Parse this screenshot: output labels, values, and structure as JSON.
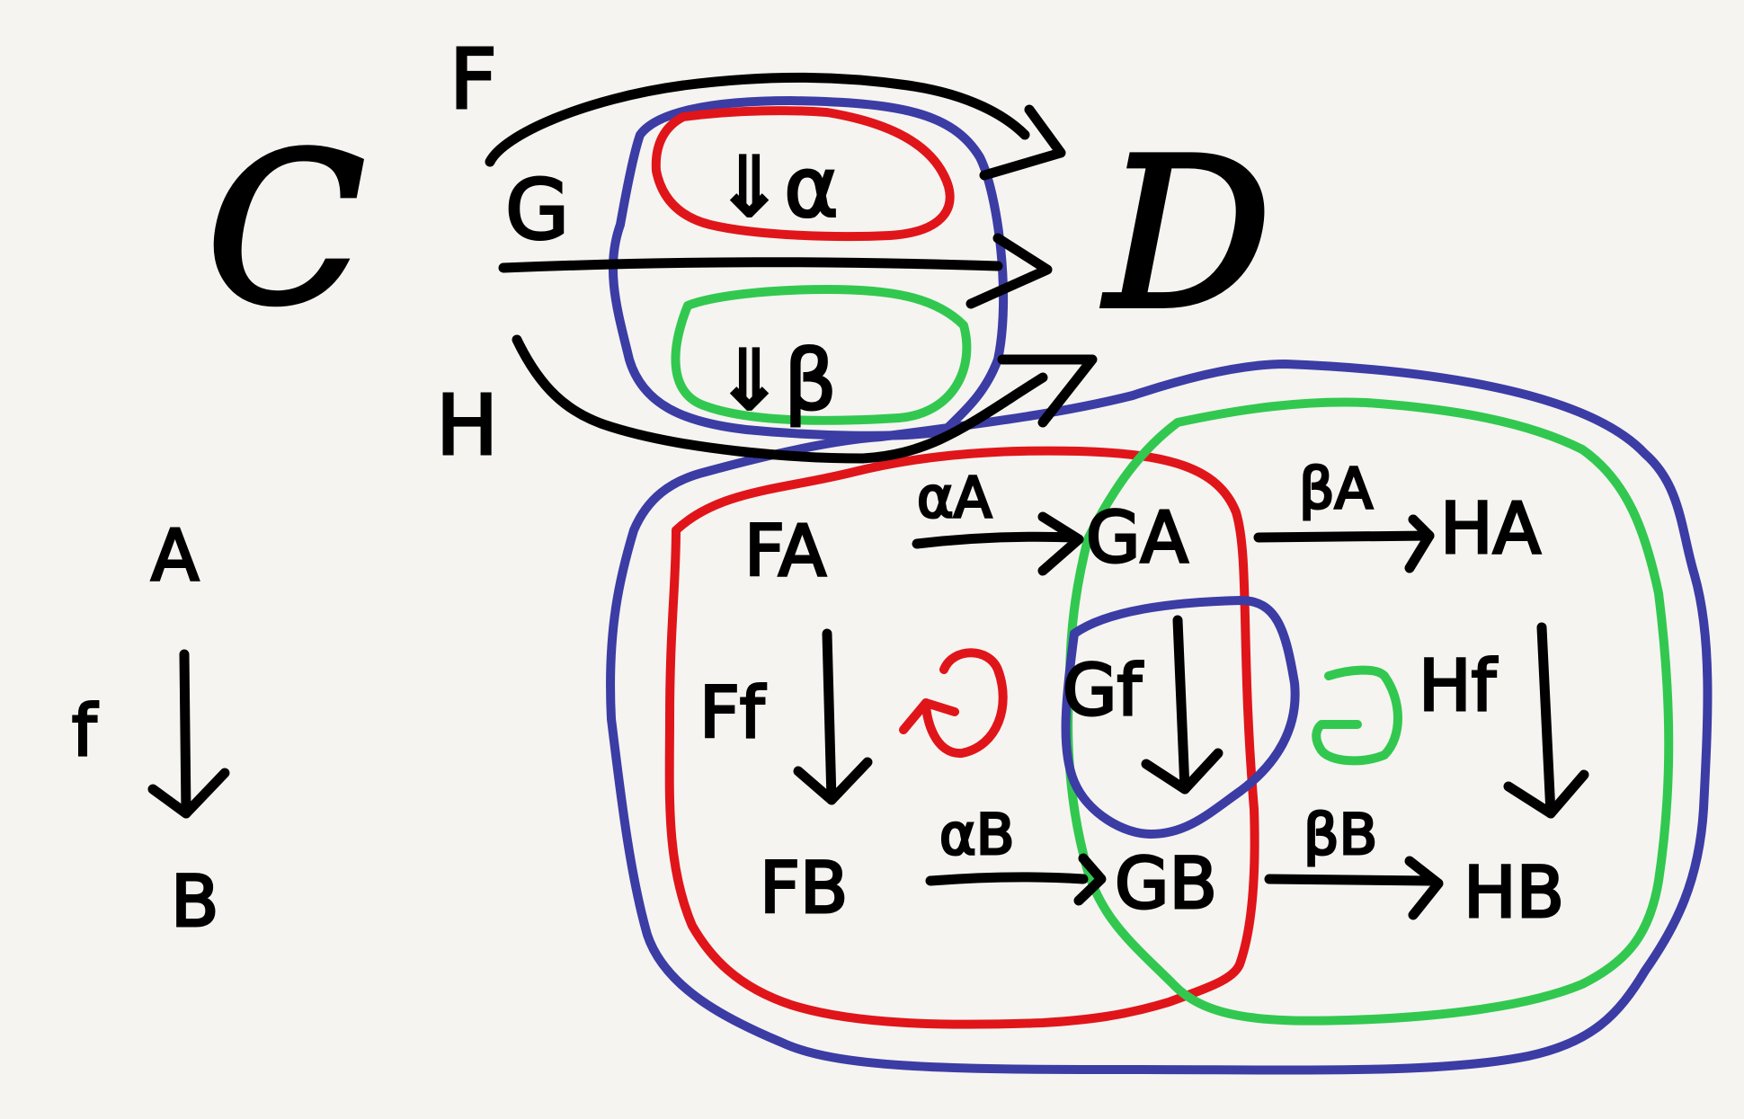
{
  "colors": {
    "ink": "#000000",
    "red": "#e0151a",
    "green": "#32c850",
    "blue": "#3c3ca5",
    "background": "#f5f4f0"
  },
  "top": {
    "cat_c": "C",
    "cat_d": "D",
    "functor_f": "F",
    "functor_g": "G",
    "functor_h": "H",
    "alpha": "⇓α",
    "beta": "⇓β"
  },
  "left": {
    "obj_a": "A",
    "obj_b": "B",
    "arrow_f": "f"
  },
  "square": {
    "row_top": [
      "FA",
      "GA",
      "HA"
    ],
    "row_bottom": [
      "FB",
      "GB",
      "HB"
    ],
    "vertical_labels": [
      "Ff",
      "Gf",
      "Hf"
    ],
    "horizontal_top_labels": [
      "αA",
      "βA"
    ],
    "horizontal_bottom_labels": [
      "αB",
      "βB"
    ],
    "commute_symbols": [
      "⟲",
      "⟲"
    ]
  }
}
